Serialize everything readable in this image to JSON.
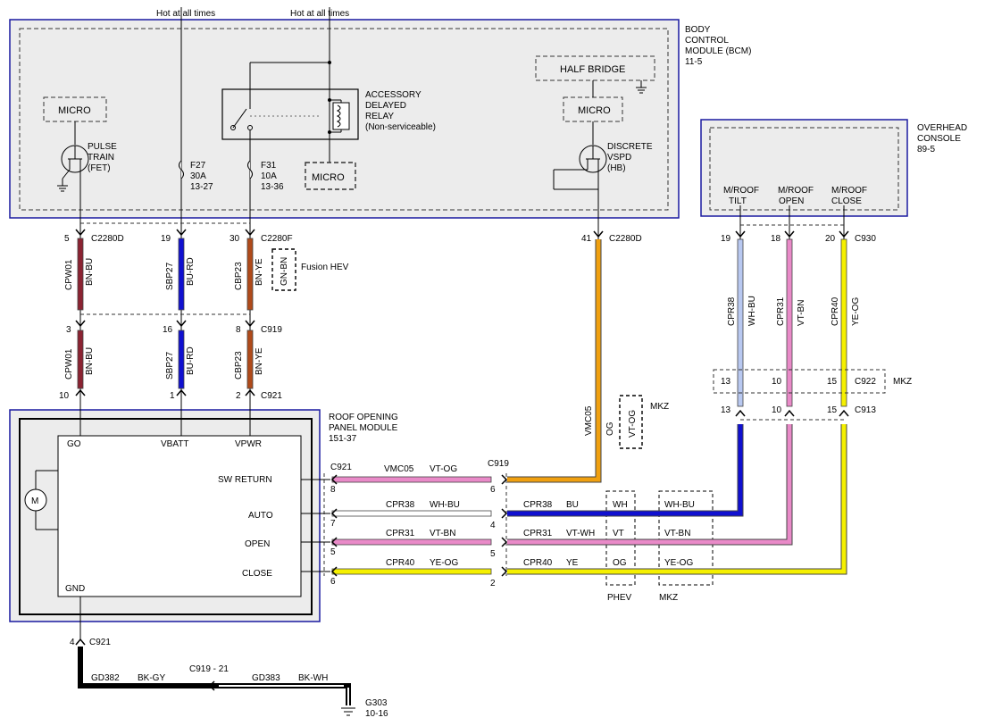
{
  "feeds": {
    "left": "Hot at all times",
    "right": "Hot at all times"
  },
  "bcm": {
    "name_line1": "BODY",
    "name_line2": "CONTROL",
    "name_line3": "MODULE (BCM)",
    "ref": "11-5",
    "micro_left": "MICRO",
    "pulse_line1": "PULSE",
    "pulse_line2": "TRAIN",
    "pulse_line3": "(FET)",
    "relay_line1": "ACCESSORY",
    "relay_line2": "DELAYED",
    "relay_line3": "RELAY",
    "relay_line4": "(Non-serviceable)",
    "micro_relay": "MICRO",
    "fuse_f27": "F27",
    "fuse_f27_amp": "30A",
    "fuse_f27_ref": "13-27",
    "fuse_f31": "F31",
    "fuse_f31_amp": "10A",
    "fuse_f31_ref": "13-36",
    "half_bridge": "HALF BRIDGE",
    "micro_right": "MICRO",
    "discrete_line1": "DISCRETE",
    "discrete_line2": "VSPD",
    "discrete_line3": "(HB)"
  },
  "overhead": {
    "name_line1": "OVERHEAD",
    "name_line2": "CONSOLE",
    "ref": "89-5",
    "tilt_line1": "M/ROOF",
    "tilt_line2": "TILT",
    "open_line1": "M/ROOF",
    "open_line2": "OPEN",
    "close_line1": "M/ROOF",
    "close_line2": "CLOSE"
  },
  "roof": {
    "name_line1": "ROOF OPENING",
    "name_line2": "PANEL MODULE",
    "ref": "151-37",
    "go": "GO",
    "vbatt": "VBATT",
    "vpwr": "VPWR",
    "motor": "M",
    "sw_return": "SW RETURN",
    "auto": "AUTO",
    "open": "OPEN",
    "close": "CLOSE",
    "gnd": "GND"
  },
  "connectors": {
    "c2280d_l": "C2280D",
    "c2280f": "C2280F",
    "c2280d_r": "C2280D",
    "c930": "C930",
    "c919": "C919",
    "c921_top": "C921",
    "c922": "C922",
    "c913": "C913",
    "c921_side": "C921",
    "c919_side": "C919",
    "c921_gnd": "C921",
    "c919_21": "C919 - 21",
    "g303": "G303",
    "g303_ref": "10-16"
  },
  "pins": {
    "p5": "5",
    "p19": "19",
    "p30": "30",
    "p41": "41",
    "p19b": "19",
    "p18": "18",
    "p20": "20",
    "p3": "3",
    "p16": "16",
    "p8": "8",
    "p10": "10",
    "p1": "1",
    "p2": "2",
    "p13a": "13",
    "p10a": "10",
    "p15a": "15",
    "p13b": "13",
    "p10b": "10",
    "p15b": "15",
    "r8": "8",
    "r7": "7",
    "r5": "5",
    "r6": "6",
    "m6": "6",
    "m4": "4",
    "m5": "5",
    "m2": "2",
    "g4": "4"
  },
  "circuits": {
    "cpw01_a": "CPW01",
    "bnbu_a": "BN-BU",
    "sbp27_a": "SBP27",
    "burd_a": "BU-RD",
    "cbp23_a": "CBP23",
    "bnye_a": "BN-YE",
    "gnbn": "GN-BN",
    "fusion": "Fusion HEV",
    "cpw01_b": "CPW01",
    "bnbu_b": "BN-BU",
    "sbp27_b": "SBP27",
    "burd_b": "BU-RD",
    "cbp23_b": "CBP23",
    "bnye_b": "BN-YE",
    "vmc05_v": "VMC05",
    "og_v": "OG",
    "vtog_box": "VT-OG",
    "mkz_top": "MKZ",
    "cpr38_v": "CPR38",
    "whbu_v": "WH-BU",
    "cpr31_v": "CPR31",
    "vtbn_v": "VT-BN",
    "cpr40_v": "CPR40",
    "yeog_v": "YE-OG",
    "mkz_c922": "MKZ",
    "vmc05_h": "VMC05",
    "vtog_h": "VT-OG",
    "cpr38_h1": "CPR38",
    "whbu_h1": "WH-BU",
    "cpr38_h2": "CPR38",
    "bu_h2": "BU",
    "cpr31_h1": "CPR31",
    "vtbn_h1": "VT-BN",
    "cpr31_h2": "CPR31",
    "vtwh_h2": "VT-WH",
    "cpr40_h1": "CPR40",
    "yeog_h1": "YE-OG",
    "cpr40_h2": "CPR40",
    "ye_h2": "YE",
    "phev_wh": "WH",
    "phev_vt": "VT",
    "phev_og": "OG",
    "mkz_whbu": "WH-BU",
    "mkz_vtbn": "VT-BN",
    "mkz_yeog": "YE-OG",
    "phev": "PHEV",
    "mkz_bottom": "MKZ",
    "gd382": "GD382",
    "bkgy": "BK-GY",
    "gd383": "GD383",
    "bkwh": "BK-WH"
  },
  "colors": {
    "module_border": "#1a1aa0",
    "brown_red": "#8b2332",
    "blue": "#1010d0",
    "brown_orange": "#b04a1a",
    "orange": "#f0a010",
    "pink": "#e98ac8",
    "light_blue": "#b8c8f0",
    "yellow": "#f5f000",
    "wire_shadow": "#444444"
  }
}
